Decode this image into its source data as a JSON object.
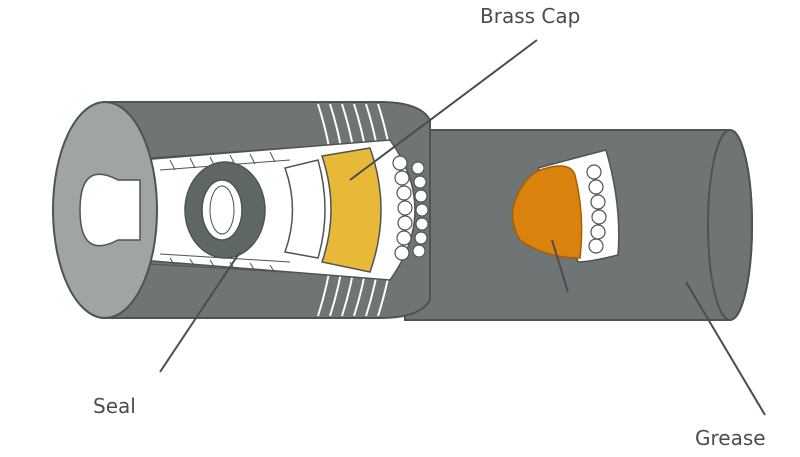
{
  "labels": {
    "brass_cap": "Brass Cap",
    "seal": "Seal",
    "grease": "Grease"
  },
  "colors": {
    "pipe_fill": "#6e7574",
    "pipe_stroke": "#4e5453",
    "cut_face": "#9fa5a4",
    "brass": "#e8b838",
    "grease": "#d9820e",
    "seal": "#5f6766",
    "leader": "#4a4d4d",
    "text": "#4a4d4d"
  }
}
